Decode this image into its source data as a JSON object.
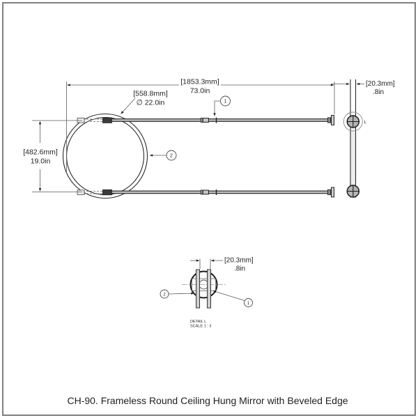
{
  "drawing": {
    "caption": "CH-90. Frameless Round Ceiling Hung Mirror with Beveled Edge",
    "plan_view": {
      "overall_length_mm": "[1853.3mm]",
      "overall_length_in": "73.0in",
      "diameter_mm": "[558.8mm]",
      "diameter_in": "∅ 22.0in",
      "rod_spacing_mm": "[482.6mm]",
      "rod_spacing_in": "19.0in",
      "callout_rod": "1",
      "callout_mirror": "2"
    },
    "side_view": {
      "thickness_mm": "[20.3mm]",
      "thickness_in": ".8in",
      "detail_letter": "L"
    },
    "detail_view": {
      "thickness_mm": "[20.3mm]",
      "thickness_in": ".8in",
      "callout_rod": "1",
      "callout_mirror": "2",
      "label": "DETAIL L",
      "scale": "SCALE 1 : 3"
    },
    "colors": {
      "line": "#2a2a2a",
      "dim_line": "#5a5a5a",
      "rod_fill": "#bfbfbf",
      "border": "#7f7f7f"
    }
  }
}
